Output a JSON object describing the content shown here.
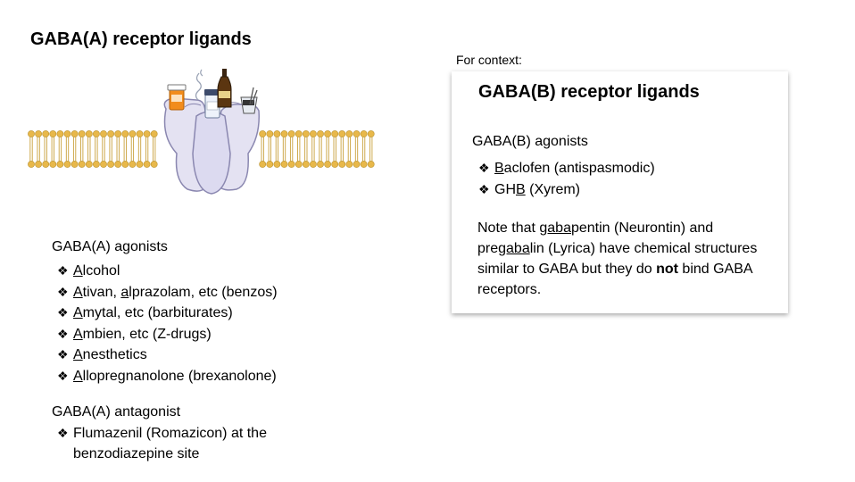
{
  "title": "GABA(A) receptor ligands",
  "context_label": "For context:",
  "gaba_a": {
    "agonists_heading": "GABA(A) agonists",
    "agonists": [
      {
        "u": "A",
        "rest": "lcohol"
      },
      {
        "u": "A",
        "rest": "tivan, ",
        "u2": "a",
        "rest2": "lprazolam, etc (benzos)"
      },
      {
        "u": "A",
        "rest": "mytal, etc (barbiturates)"
      },
      {
        "u": "A",
        "rest": "mbien, etc (Z-drugs)"
      },
      {
        "u": "A",
        "rest": "nesthetics"
      },
      {
        "u": "A",
        "rest": "llopregnanolone (brexanolone)"
      }
    ],
    "antagonist_heading": "GABA(A) antagonist",
    "antagonist_line1": "Flumazenil (Romazicon) at the",
    "antagonist_line2": "benzodiazepine site"
  },
  "gaba_b": {
    "title": "GABA(B) receptor ligands",
    "agonists_heading": "GABA(B) agonists",
    "agonists": [
      {
        "pre": "",
        "u": "B",
        "rest": "aclofen (antispasmodic)"
      },
      {
        "pre": "GH",
        "u": "B",
        "rest": " (Xyrem)"
      }
    ],
    "note": {
      "p1": "Note that ",
      "u1": "gaba",
      "p2": "pentin (Neurontin) and pre",
      "u2": "gaba",
      "p3": "lin (Lyrica) have chemical structures similar to GABA but they do ",
      "bold": "not",
      "p4": " bind GABA receptors."
    }
  },
  "bullet_glyph": "❖",
  "colors": {
    "lipid_head": "#e8b84a",
    "lipid_tail": "#c9a13c",
    "receptor_fill": "#e4e2f2",
    "receptor_stroke": "#8a87b0",
    "pill_bottle": "#f28c1c"
  },
  "icons": [
    "pill-bottle-icon",
    "smoke-icon",
    "vial-icon",
    "bottle-icon",
    "glass-icon"
  ]
}
